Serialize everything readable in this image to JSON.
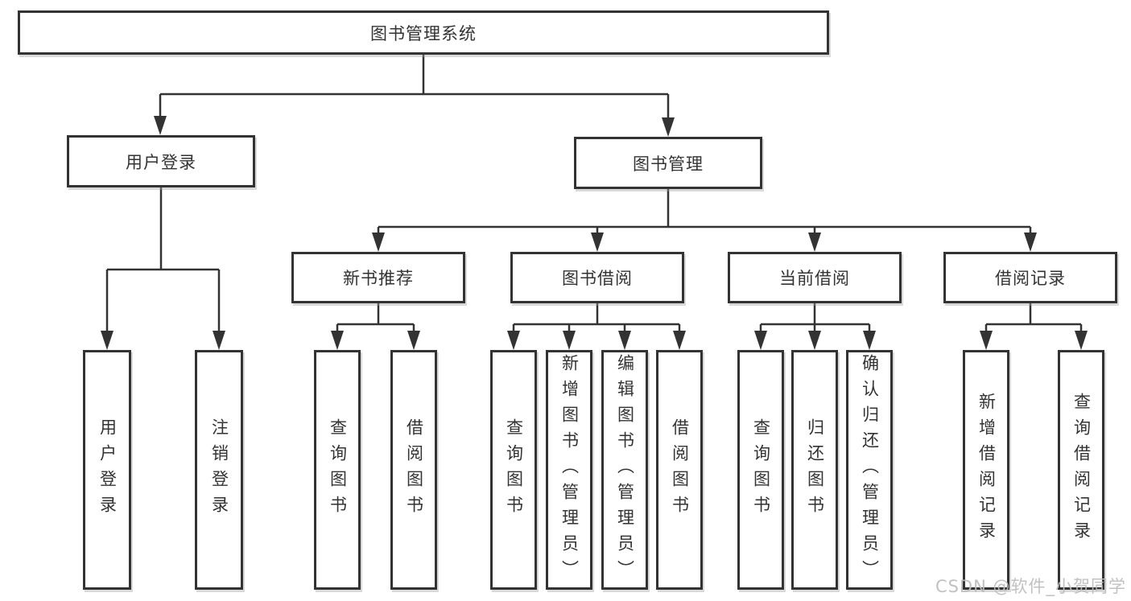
{
  "nodes": {
    "root": {
      "label": "图书管理系统"
    },
    "l2": [
      {
        "id": "user-login",
        "label": "用户登录"
      },
      {
        "id": "book-management",
        "label": "图书管理"
      }
    ],
    "l3": [
      {
        "id": "new-book-recommend",
        "label": "新书推荐"
      },
      {
        "id": "book-borrowing",
        "label": "图书借阅"
      },
      {
        "id": "current-borrowing",
        "label": "当前借阅"
      },
      {
        "id": "borrowing-records",
        "label": "借阅记录"
      }
    ],
    "leaves": [
      {
        "id": "user-login-leaf",
        "label": "用户登录"
      },
      {
        "id": "logout",
        "label": "注销登录"
      },
      {
        "id": "recommend-query-books",
        "label": "查询图书"
      },
      {
        "id": "recommend-borrow-books",
        "label": "借阅图书"
      },
      {
        "id": "borrowing-query-books",
        "label": "查询图书"
      },
      {
        "id": "borrowing-add-books-admin",
        "label": "新增图书（管理员）"
      },
      {
        "id": "borrowing-edit-books-admin",
        "label": "编辑图书（管理员）"
      },
      {
        "id": "borrowing-borrow-books",
        "label": "借阅图书"
      },
      {
        "id": "current-query-books",
        "label": "查询图书"
      },
      {
        "id": "current-return-books",
        "label": "归还图书"
      },
      {
        "id": "current-confirm-return-admin",
        "label": "确认归还（管理员）"
      },
      {
        "id": "records-add-record",
        "label": "新增借阅记录"
      },
      {
        "id": "records-query-record",
        "label": "查询借阅记录"
      }
    ]
  },
  "watermark": {
    "text": "CSDN @软件_小贺同学",
    "color": "#bebebe"
  },
  "colors": {
    "box_border": "#333333",
    "box_fill": "#ffffff",
    "connector_line": "#333333",
    "text": "#333333",
    "background": "#ffffff"
  }
}
